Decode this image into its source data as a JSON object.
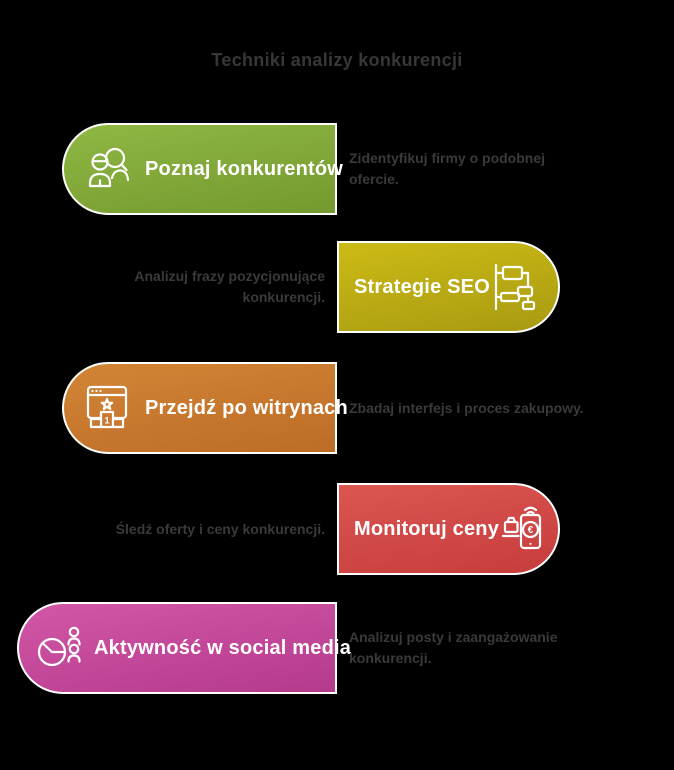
{
  "title": "Techniki analizy konkurencji",
  "items": [
    {
      "label": "Poznaj konkurentów",
      "description": "Zidentyfikuj firmy o podobnej ofercie.",
      "side": "left",
      "icon": "people-search-icon",
      "color_top": "#8fb844",
      "color_bottom": "#74992e"
    },
    {
      "label": "Strategie SEO",
      "description": "Analizuj frazy pozycjonujące konkurencji.",
      "side": "right",
      "icon": "sitemap-icon",
      "color_top": "#ccbb15",
      "color_bottom": "#a89a12"
    },
    {
      "label": "Przejdź po witrynach",
      "description": "Zbadaj interfejs i proces zakupowy.",
      "side": "left",
      "icon": "browser-ranking-icon",
      "color_top": "#d28536",
      "color_bottom": "#bd6c26"
    },
    {
      "label": "Monitoruj ceny",
      "description": "Śledź oferty i ceny konkurencji.",
      "side": "right",
      "icon": "phone-price-icon",
      "color_top": "#dc5651",
      "color_bottom": "#c63c3c"
    },
    {
      "label": "Aktywność w social media",
      "description": "Analizuj posty i zaangażowanie konkurencji.",
      "side": "left",
      "icon": "pie-chart-people-icon",
      "color_top": "#d357a6",
      "color_bottom": "#b43a8d"
    }
  ],
  "icon_text": {
    "podium_rank": "1",
    "currency": "€"
  },
  "colors": {
    "background": "#000000",
    "title_text": "#373737",
    "description_text": "#3a3a3a",
    "pill_text": "#ffffff",
    "pill_border": "#ffffff"
  }
}
